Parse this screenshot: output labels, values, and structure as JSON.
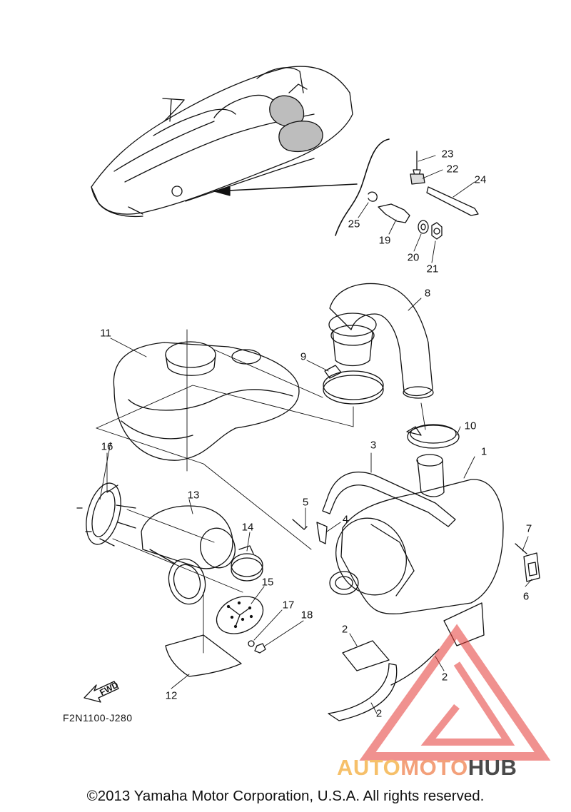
{
  "callouts": [
    {
      "id": "1",
      "label": "1"
    },
    {
      "id": "2a",
      "label": "2"
    },
    {
      "id": "2b",
      "label": "2"
    },
    {
      "id": "2c",
      "label": "2"
    },
    {
      "id": "3",
      "label": "3"
    },
    {
      "id": "4",
      "label": "4"
    },
    {
      "id": "5",
      "label": "5"
    },
    {
      "id": "6",
      "label": "6"
    },
    {
      "id": "7",
      "label": "7"
    },
    {
      "id": "8",
      "label": "8"
    },
    {
      "id": "9",
      "label": "9"
    },
    {
      "id": "10",
      "label": "10"
    },
    {
      "id": "11",
      "label": "11"
    },
    {
      "id": "12",
      "label": "12"
    },
    {
      "id": "13",
      "label": "13"
    },
    {
      "id": "14",
      "label": "14"
    },
    {
      "id": "15",
      "label": "15"
    },
    {
      "id": "16",
      "label": "16"
    },
    {
      "id": "17",
      "label": "17"
    },
    {
      "id": "18",
      "label": "18"
    },
    {
      "id": "19",
      "label": "19"
    },
    {
      "id": "20",
      "label": "20"
    },
    {
      "id": "21",
      "label": "21"
    },
    {
      "id": "22",
      "label": "22"
    },
    {
      "id": "23",
      "label": "23"
    },
    {
      "id": "24",
      "label": "24"
    },
    {
      "id": "25",
      "label": "25"
    }
  ],
  "fwd_label": "FWD",
  "figure_code": "F2N1100-J280",
  "watermark": {
    "part1": "AUTO",
    "part2": "MOTO",
    "part3": "HUB",
    "color_auto": "#f6c06a",
    "color_moto": "#f3a07a",
    "color_hub": "#4a4a4a",
    "logo_color": "#e53935"
  },
  "copyright": "©2013 Yamaha Motor Corporation, U.S.A. All rights reserved."
}
